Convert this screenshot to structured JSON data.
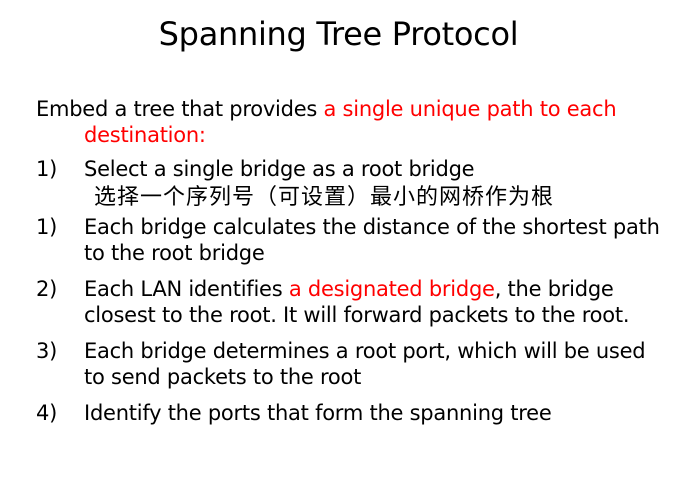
{
  "slide": {
    "title": "Spanning Tree Protocol",
    "intro": {
      "text_before": "Embed a tree that provides ",
      "highlight": "a single unique path to each destination:",
      "highlight_color": "#ff0000"
    },
    "items": [
      {
        "number": "1)",
        "text": "Select a single bridge as a root bridge",
        "subtext_cn": "选择一个序列号（可设置）最小的网桥作为根"
      },
      {
        "number": "1)",
        "text": "Each bridge calculates the distance of the shortest path to the root bridge"
      },
      {
        "number": "2)",
        "text_before": "Each LAN identifies ",
        "highlight": "a designated bridge",
        "text_after": ", the bridge closest to the root.  It will forward packets to the root."
      },
      {
        "number": "3)",
        "text": "Each bridge determines a root port, which will be used to send packets to the root"
      },
      {
        "number": "4)",
        "text": "Identify the ports that form the spanning tree"
      }
    ]
  }
}
